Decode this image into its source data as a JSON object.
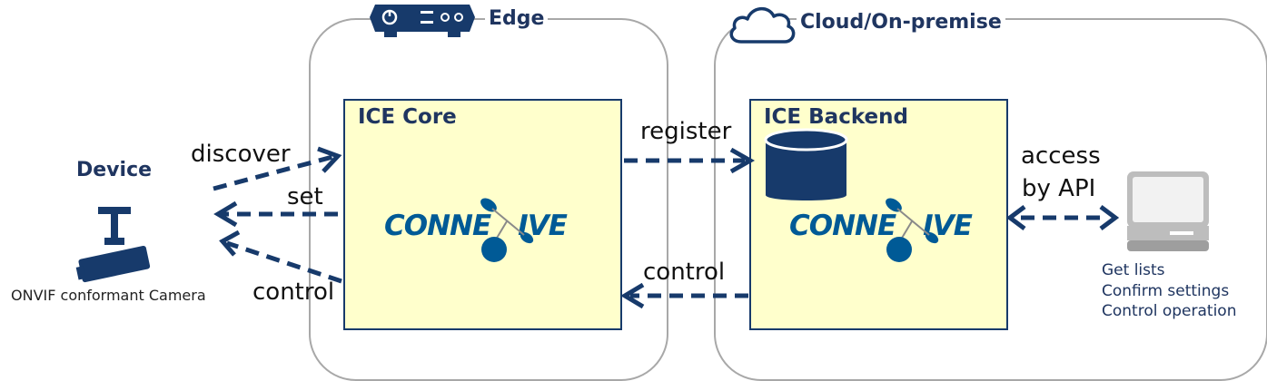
{
  "groups": {
    "edge": {
      "label": "Edge"
    },
    "cloud": {
      "label": "Cloud/On-premise"
    }
  },
  "boxes": {
    "core": {
      "title": "ICE Core",
      "logo": "CONNE IVE"
    },
    "backend": {
      "title": "ICE Backend",
      "logo": "CONNE IVE"
    }
  },
  "device": {
    "title": "Device",
    "caption": "ONVIF conformant Camera",
    "icon": "camera-icon"
  },
  "flows": {
    "discover": "discover",
    "set": "set",
    "control_device": "control",
    "register": "register",
    "control_core": "control",
    "access_line1": "access",
    "access_line2": "by API"
  },
  "terminal": {
    "icon": "computer-terminal-icon",
    "operations": [
      "Get lists",
      "Confirm settings",
      "Control operation"
    ]
  },
  "colors": {
    "navy": "#173a6b",
    "text_navy": "#1f3560",
    "box_fill": "#ffffcc",
    "logo_blue": "#005a96",
    "group_border": "#a8a8a8"
  }
}
